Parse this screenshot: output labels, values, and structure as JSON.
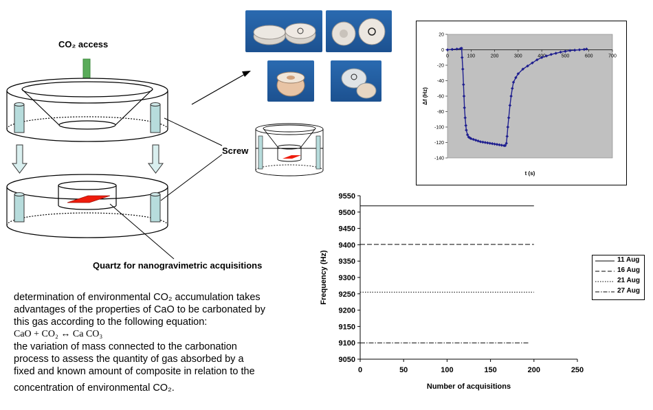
{
  "labels": {
    "co2_access": "CO₂ access",
    "screw": "Screw",
    "quartz": "Quartz for nanogravimetric acquisitions"
  },
  "paragraph": {
    "line1": "determination of environmental CO₂ accumulation takes",
    "line2": "advantages of the properties of CaO to be carbonated by",
    "line3": "this gas according to the following equation:",
    "equation": "CaO + CO₂ ↔ Ca CO₃",
    "line4": "the variation of mass connected to the carbonation",
    "line5": "process to assess the quantity of gas absorbed by a",
    "line6": "fixed and known amount of composite in relation to the",
    "line7": "concentration of environmental CO₂."
  },
  "colors": {
    "arrow_green": "#5aac5a",
    "screw_blue": "#b7dcdc",
    "quartz_red": "#ee1c0c",
    "plot_bg": "#c0c0c0",
    "series_blue": "#1f1f8f",
    "photo_blue": "#1f5fa5"
  },
  "chart_data": [
    {
      "type": "scatter",
      "title": "",
      "xlabel": "t (s)",
      "ylabel": "Δf (Hz)",
      "xlim": [
        0,
        700
      ],
      "ylim": [
        -140,
        20
      ],
      "xticks": [
        0,
        100,
        200,
        300,
        400,
        500,
        600,
        700
      ],
      "yticks": [
        20,
        0,
        -20,
        -40,
        -60,
        -80,
        -100,
        -120,
        -140
      ],
      "grid": false,
      "series": [
        {
          "x": [
            0,
            20,
            40,
            55,
            60,
            62,
            65,
            68,
            70,
            72,
            75,
            78,
            80,
            85,
            90,
            95,
            100,
            110,
            120,
            130,
            140,
            150,
            160,
            170,
            180,
            190,
            200,
            210,
            220,
            230,
            240,
            245,
            250,
            253,
            256,
            260,
            265,
            270,
            275,
            280,
            290,
            300,
            320,
            340,
            360,
            380,
            400,
            420,
            440,
            460,
            480,
            500,
            520,
            540,
            560,
            580,
            590
          ],
          "y": [
            0,
            0.5,
            1,
            1.5,
            2,
            -10,
            -25,
            -45,
            -60,
            -75,
            -88,
            -98,
            -104,
            -110,
            -113,
            -114,
            -115,
            -116,
            -117,
            -118,
            -119,
            -119.5,
            -120,
            -120.5,
            -121,
            -121.5,
            -122,
            -122.5,
            -123,
            -123.5,
            -124,
            -124,
            -121,
            -112,
            -100,
            -88,
            -72,
            -60,
            -50,
            -42,
            -36,
            -31,
            -25,
            -21,
            -17,
            -13,
            -10,
            -8,
            -6,
            -4.5,
            -3,
            -2,
            -1,
            -0.5,
            0,
            0.5,
            1
          ]
        }
      ]
    },
    {
      "type": "line",
      "title": "",
      "xlabel": "Number of acquisitions",
      "ylabel": "Frequency (Hz)",
      "xlim": [
        0,
        250
      ],
      "ylim": [
        9050,
        9550
      ],
      "xticks": [
        0,
        50,
        100,
        150,
        200,
        250
      ],
      "yticks": [
        9550,
        9500,
        9450,
        9400,
        9350,
        9300,
        9250,
        9200,
        9150,
        9100,
        9050
      ],
      "grid": false,
      "legend": "right",
      "series": [
        {
          "name": "11 Aug",
          "x_start": 0,
          "x_end": 200,
          "value": 9519
        },
        {
          "name": "16 Aug",
          "x_start": 0,
          "x_end": 200,
          "value": 9401
        },
        {
          "name": "21 Aug",
          "x_start": 0,
          "x_end": 200,
          "value": 9255
        },
        {
          "name": "27 Aug",
          "x_start": 0,
          "x_end": 195,
          "value": 9100
        }
      ]
    }
  ]
}
